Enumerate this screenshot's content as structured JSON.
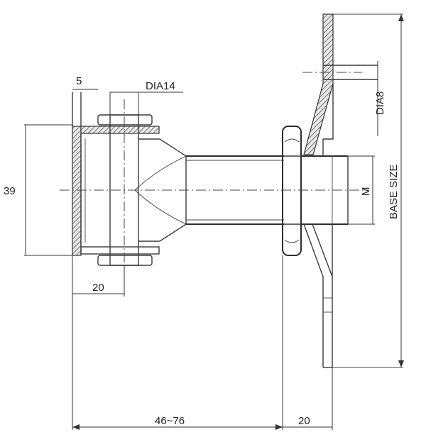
{
  "labels": {
    "dim_5": "5",
    "dim_dia14": "DIA14",
    "dim_dia8": "DIA8",
    "dim_39": "39",
    "dim_m": "M",
    "dim_base_size": "BASE SIZE",
    "dim_20_left": "20",
    "dim_46_76": "46~76",
    "dim_20_bottom": "20"
  }
}
